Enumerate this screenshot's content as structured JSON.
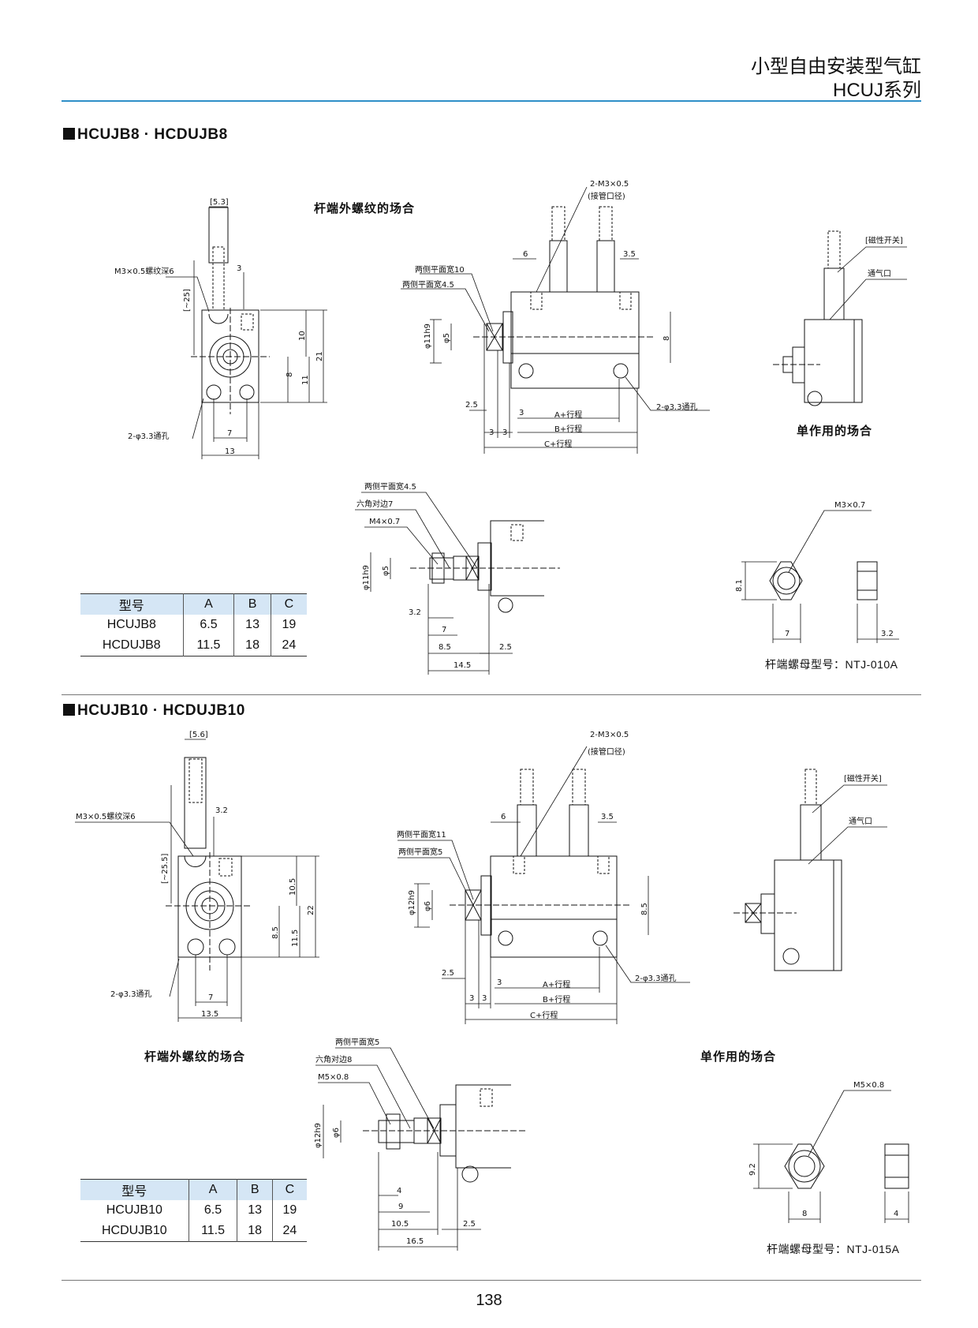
{
  "header": {
    "title": "小型自由安装型气缸",
    "series": "HCUJ系列"
  },
  "section1": {
    "title": "HCUJB8 · HCDUJB8",
    "caption_rod_thread": "杆端外螺纹的场合",
    "caption_single": "单作用的场合",
    "nut_model": "杆端螺母型号：NTJ-010A",
    "table": {
      "headers": [
        "型号",
        "A",
        "B",
        "C"
      ],
      "rows": [
        [
          "HCUJB8",
          "6.5",
          "13",
          "19"
        ],
        [
          "HCDUJB8",
          "11.5",
          "18",
          "24"
        ]
      ]
    },
    "dims": {
      "d53": "[5.3]",
      "d25": "[~25]",
      "thread": "M3×0.5螺纹深6",
      "d3": "3",
      "d10": "10",
      "d21": "21",
      "d8": "8",
      "d11": "11",
      "holes_l": "2-φ3.3通孔",
      "d7": "7",
      "d13": "13",
      "port": "2-M3×0.5",
      "port_note": "(接管口径)",
      "d6": "6",
      "d35": "3.5",
      "flat10": "两侧平面宽10",
      "flat45": "两侧平面宽4.5",
      "phi11": "φ11h9",
      "phi5": "φ5",
      "d8s": "8",
      "d25s": "2.5",
      "d3a": "3",
      "d3b": "3",
      "d3c": "3",
      "a_st": "A+行程",
      "b_st": "B+行程",
      "c_st": "C+行程",
      "holes_r": "2-φ3.3通孔",
      "mag_sw": "[磁性开关]",
      "vent": "通气口",
      "r_flat45": "两侧平面宽4.5",
      "hex7": "六角对边7",
      "m4": "M4×0.7",
      "r_phi11": "φ11h9",
      "r_phi5": "φ5",
      "d32": "3.2",
      "r7": "7",
      "d85": "8.5",
      "r25": "2.5",
      "d145": "14.5",
      "m3nut": "M3×0.7",
      "n81": "8.1",
      "n7": "7",
      "n32": "3.2"
    }
  },
  "section2": {
    "title": "HCUJB10 · HCDUJB10",
    "caption_rod_thread": "杆端外螺纹的场合",
    "caption_single": "单作用的场合",
    "nut_model": "杆端螺母型号：NTJ-015A",
    "table": {
      "headers": [
        "型号",
        "A",
        "B",
        "C"
      ],
      "rows": [
        [
          "HCUJB10",
          "6.5",
          "13",
          "19"
        ],
        [
          "HCDUJB10",
          "11.5",
          "18",
          "24"
        ]
      ]
    },
    "dims": {
      "d56": "[5.6]",
      "d255": "[~25.5]",
      "thread": "M3×0.5螺纹深6",
      "d32": "3.2",
      "d105": "10.5",
      "d22": "22",
      "d85": "8.5",
      "d115": "11.5",
      "holes_l": "2-φ3.3通孔",
      "d7": "7",
      "d135": "13.5",
      "port": "2-M3×0.5",
      "port_note": "(接管口径)",
      "d6": "6",
      "d35": "3.5",
      "flat11": "两侧平面宽11",
      "flat5": "两侧平面宽5",
      "phi12": "φ12h9",
      "phi6": "φ6",
      "d85s": "8.5",
      "d25s": "2.5",
      "d3a": "3",
      "d3b": "3",
      "d3c": "3",
      "a_st": "A+行程",
      "b_st": "B+行程",
      "c_st": "C+行程",
      "holes_r": "2-φ3.3通孔",
      "mag_sw": "[磁性开关]",
      "vent": "通气口",
      "r_flat5": "两侧平面宽5",
      "hex8": "六角对边8",
      "m5": "M5×0.8",
      "r_phi12": "φ12h9",
      "r_phi6": "φ6",
      "r4": "4",
      "r9": "9",
      "d105r": "10.5",
      "r25": "2.5",
      "d165": "16.5",
      "m5nut": "M5×0.8",
      "n92": "9.2",
      "n8": "8",
      "n4": "4"
    }
  },
  "page_number": "138"
}
